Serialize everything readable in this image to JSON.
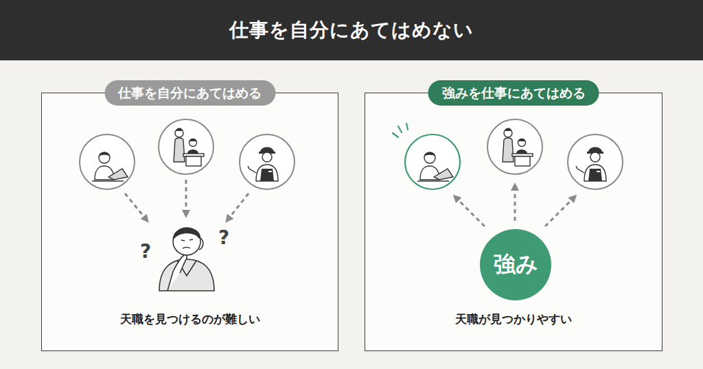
{
  "diagram": {
    "title": "仕事を自分にあてはめない",
    "nodes": [
      {
        "text": [
          "仕事を自分にあてはめる",
          "天職を見つけるのが難しい"
        ]
      },
      {
        "text": [
          "強みを仕事にあてはめる",
          "天職が見つかりやすい"
        ]
      },
      {
        "text": [
          "強み"
        ],
        "in": 1
      }
    ],
    "labels": [
      "?",
      "?"
    ]
  }
}
